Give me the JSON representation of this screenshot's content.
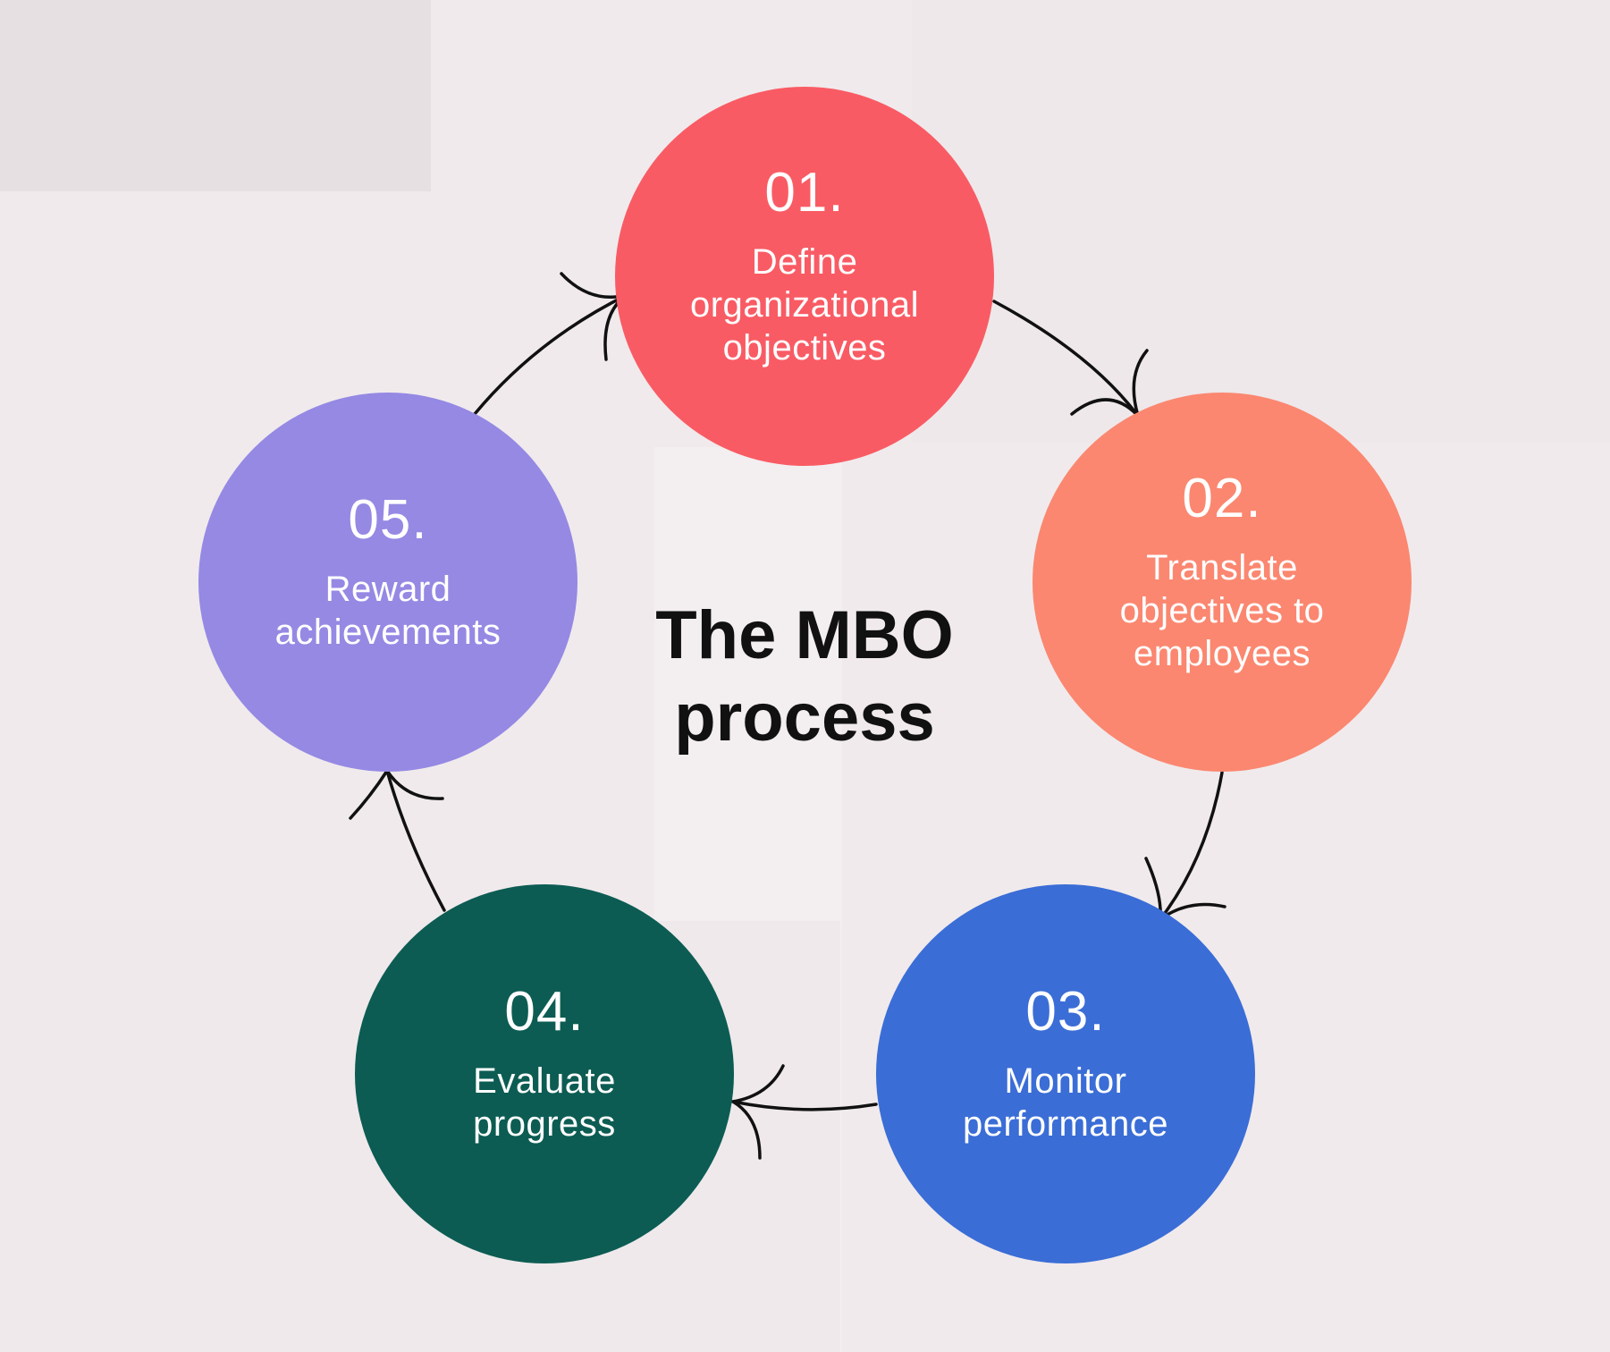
{
  "title": "The MBO\nprocess",
  "steps": [
    {
      "number": "01.",
      "label": "Define\norganizational\nobjectives",
      "color": "#f95b64"
    },
    {
      "number": "02.",
      "label": "Translate\nobjectives to\nemployees",
      "color": "#fb8770"
    },
    {
      "number": "03.",
      "label": "Monitor\nperformance",
      "color": "#3a6dd6"
    },
    {
      "number": "04.",
      "label": "Evaluate\nprogress",
      "color": "#0c5c53"
    },
    {
      "number": "05.",
      "label": "Reward\nachievements",
      "color": "#9589e4"
    }
  ],
  "flow": [
    {
      "from": "01.",
      "to": "02."
    },
    {
      "from": "02.",
      "to": "03."
    },
    {
      "from": "03.",
      "to": "04."
    },
    {
      "from": "04.",
      "to": "05."
    },
    {
      "from": "05.",
      "to": "01."
    }
  ],
  "colors": {
    "background": "#f0eaec",
    "arrow": "#111111",
    "title": "#111111",
    "step_text": "#ffffff"
  }
}
